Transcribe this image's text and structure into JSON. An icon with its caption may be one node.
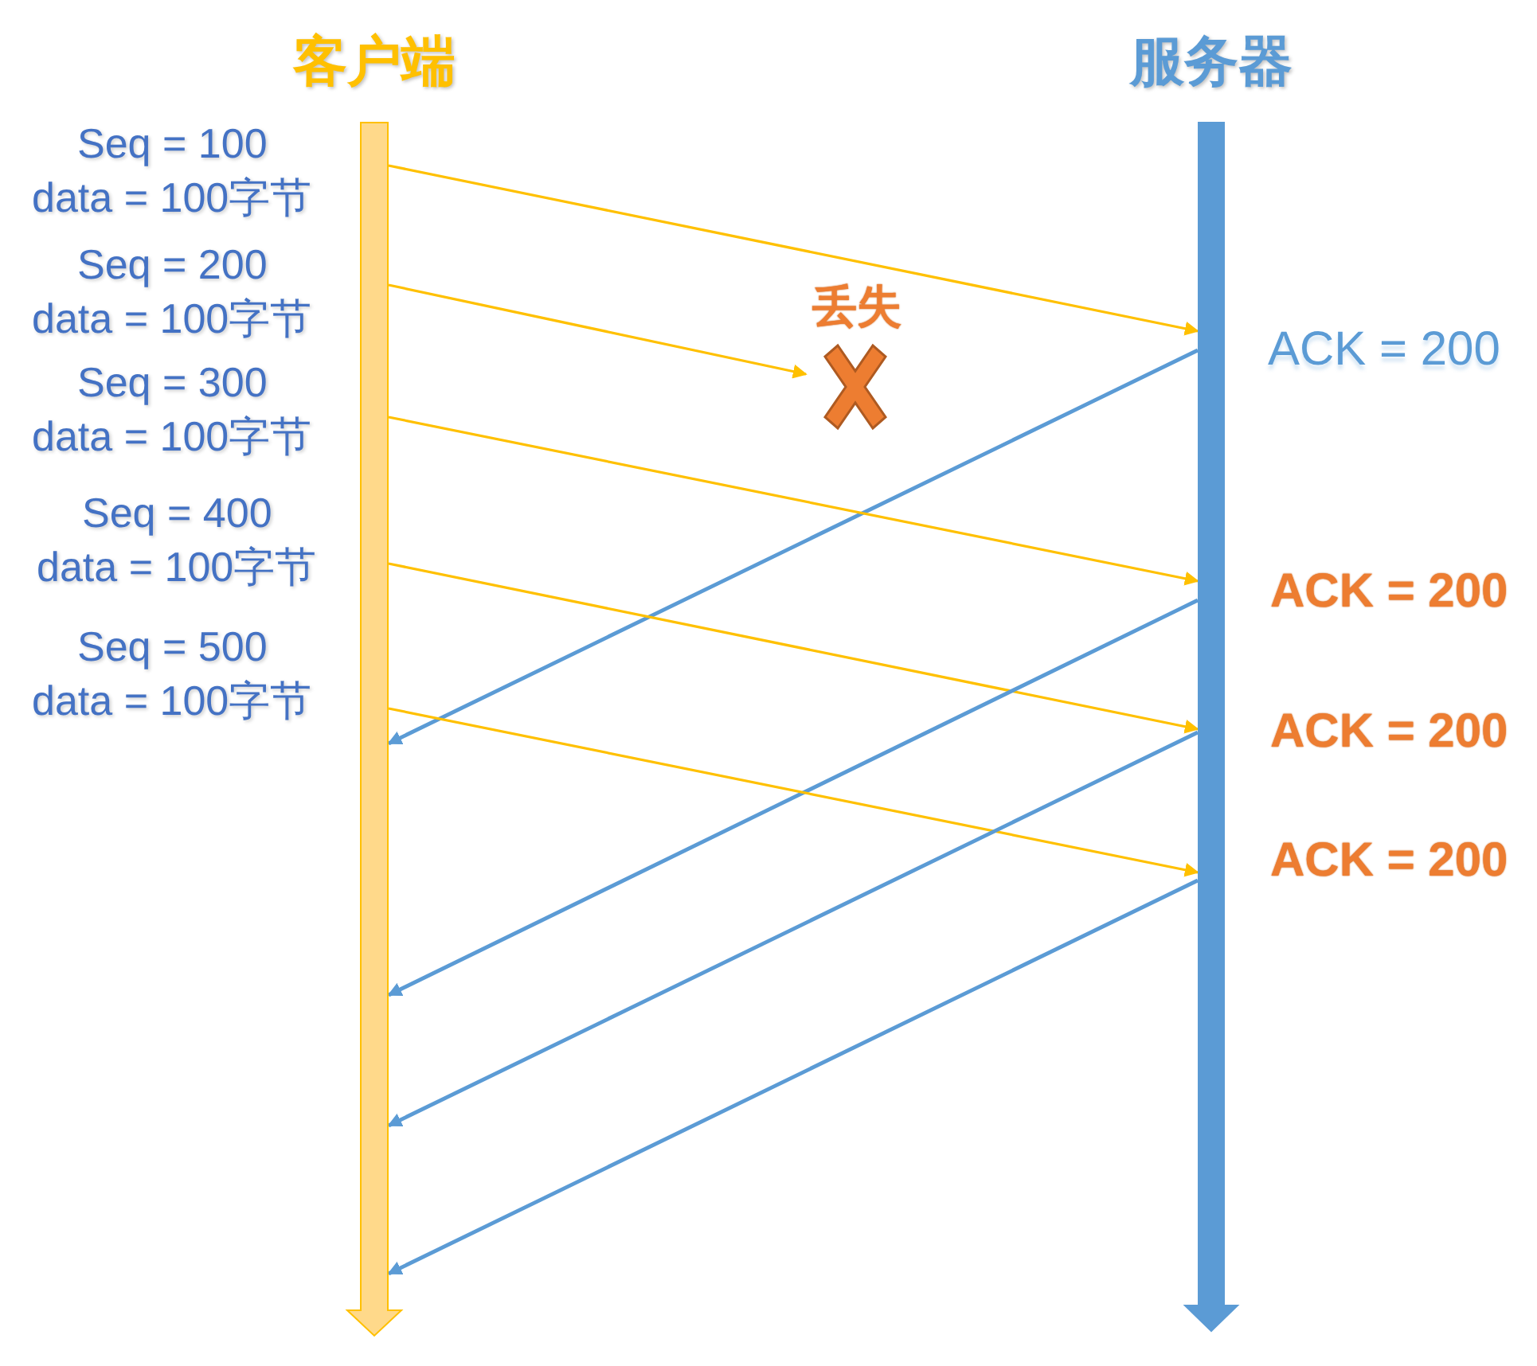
{
  "diagram": {
    "nodes": [
      {
        "text": [
          "客户端"
        ]
      },
      {
        "text": [
          "服务器"
        ]
      },
      {
        "text": [
          "丢失"
        ]
      }
    ],
    "edges": [
      {
        "from": 0,
        "to": 1,
        "arrow": "to"
      },
      {
        "from": 0,
        "to": 2,
        "arrow": "to"
      },
      {
        "from": 1,
        "to": 0,
        "arrow": "to",
        "color": "#5b9bd5"
      },
      {
        "from": 0,
        "to": 1,
        "arrow": "to"
      },
      {
        "from": 0,
        "to": 1,
        "arrow": "to"
      },
      {
        "from": 1,
        "to": 0,
        "arrow": "to",
        "color": "#5b9bd5"
      },
      {
        "from": 0,
        "to": 1,
        "arrow": "to"
      },
      {
        "from": 1,
        "to": 0,
        "arrow": "to",
        "color": "#5b9bd5"
      },
      {
        "from": 1,
        "to": 0,
        "arrow": "to",
        "color": "#5b9bd5"
      }
    ],
    "labels": [
      "Seq = 100",
      "data = 100字节",
      "Seq = 200",
      "data = 100字节",
      "Seq = 300",
      "data = 100字节",
      "Seq = 400",
      "data = 100字节",
      "Seq = 500",
      "data = 100字节",
      "ACK = 200",
      "ACK = 200",
      "ACK = 200",
      "ACK = 200"
    ]
  }
}
